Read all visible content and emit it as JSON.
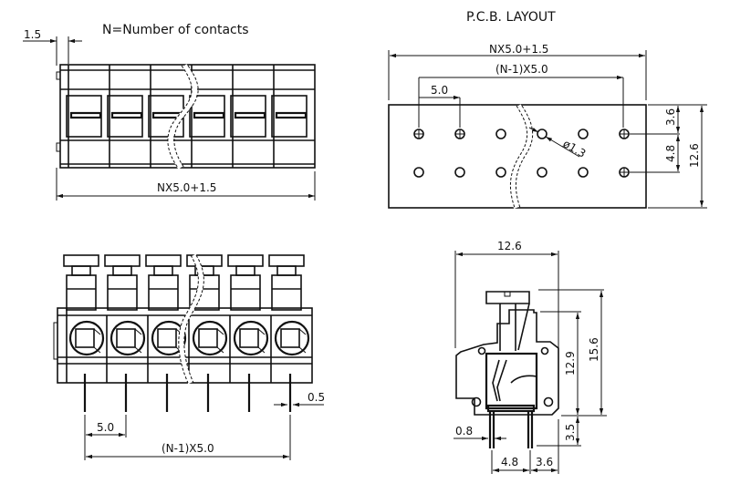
{
  "diagram": {
    "type": "terminal-block-technical-drawing",
    "contacts_shown": 6,
    "top_view": {
      "title": "N=Number of contacts",
      "dim_offset": "1.5",
      "dim_width": "NX5.0+1.5"
    },
    "pcb_layout": {
      "title": "P.C.B. LAYOUT",
      "dim_width": "NX5.0+1.5",
      "dim_span": "(N-1)X5.0",
      "dim_pitch": "5.0",
      "dim_hole": "ø1.3",
      "dim_row1": "3.6",
      "dim_row2": "4.8",
      "dim_height": "12.6"
    },
    "front_view": {
      "dim_pin": "0.5",
      "dim_pitch": "5.0",
      "dim_span": "(N-1)X5.0"
    },
    "side_view": {
      "dim_width": "12.6",
      "dim_body_height": "12.9",
      "dim_total_height": "15.6",
      "dim_pin_length": "3.5",
      "dim_pin_width": "0.8",
      "dim_pin_spacing": "4.8",
      "dim_pin_offset": "3.6"
    }
  }
}
